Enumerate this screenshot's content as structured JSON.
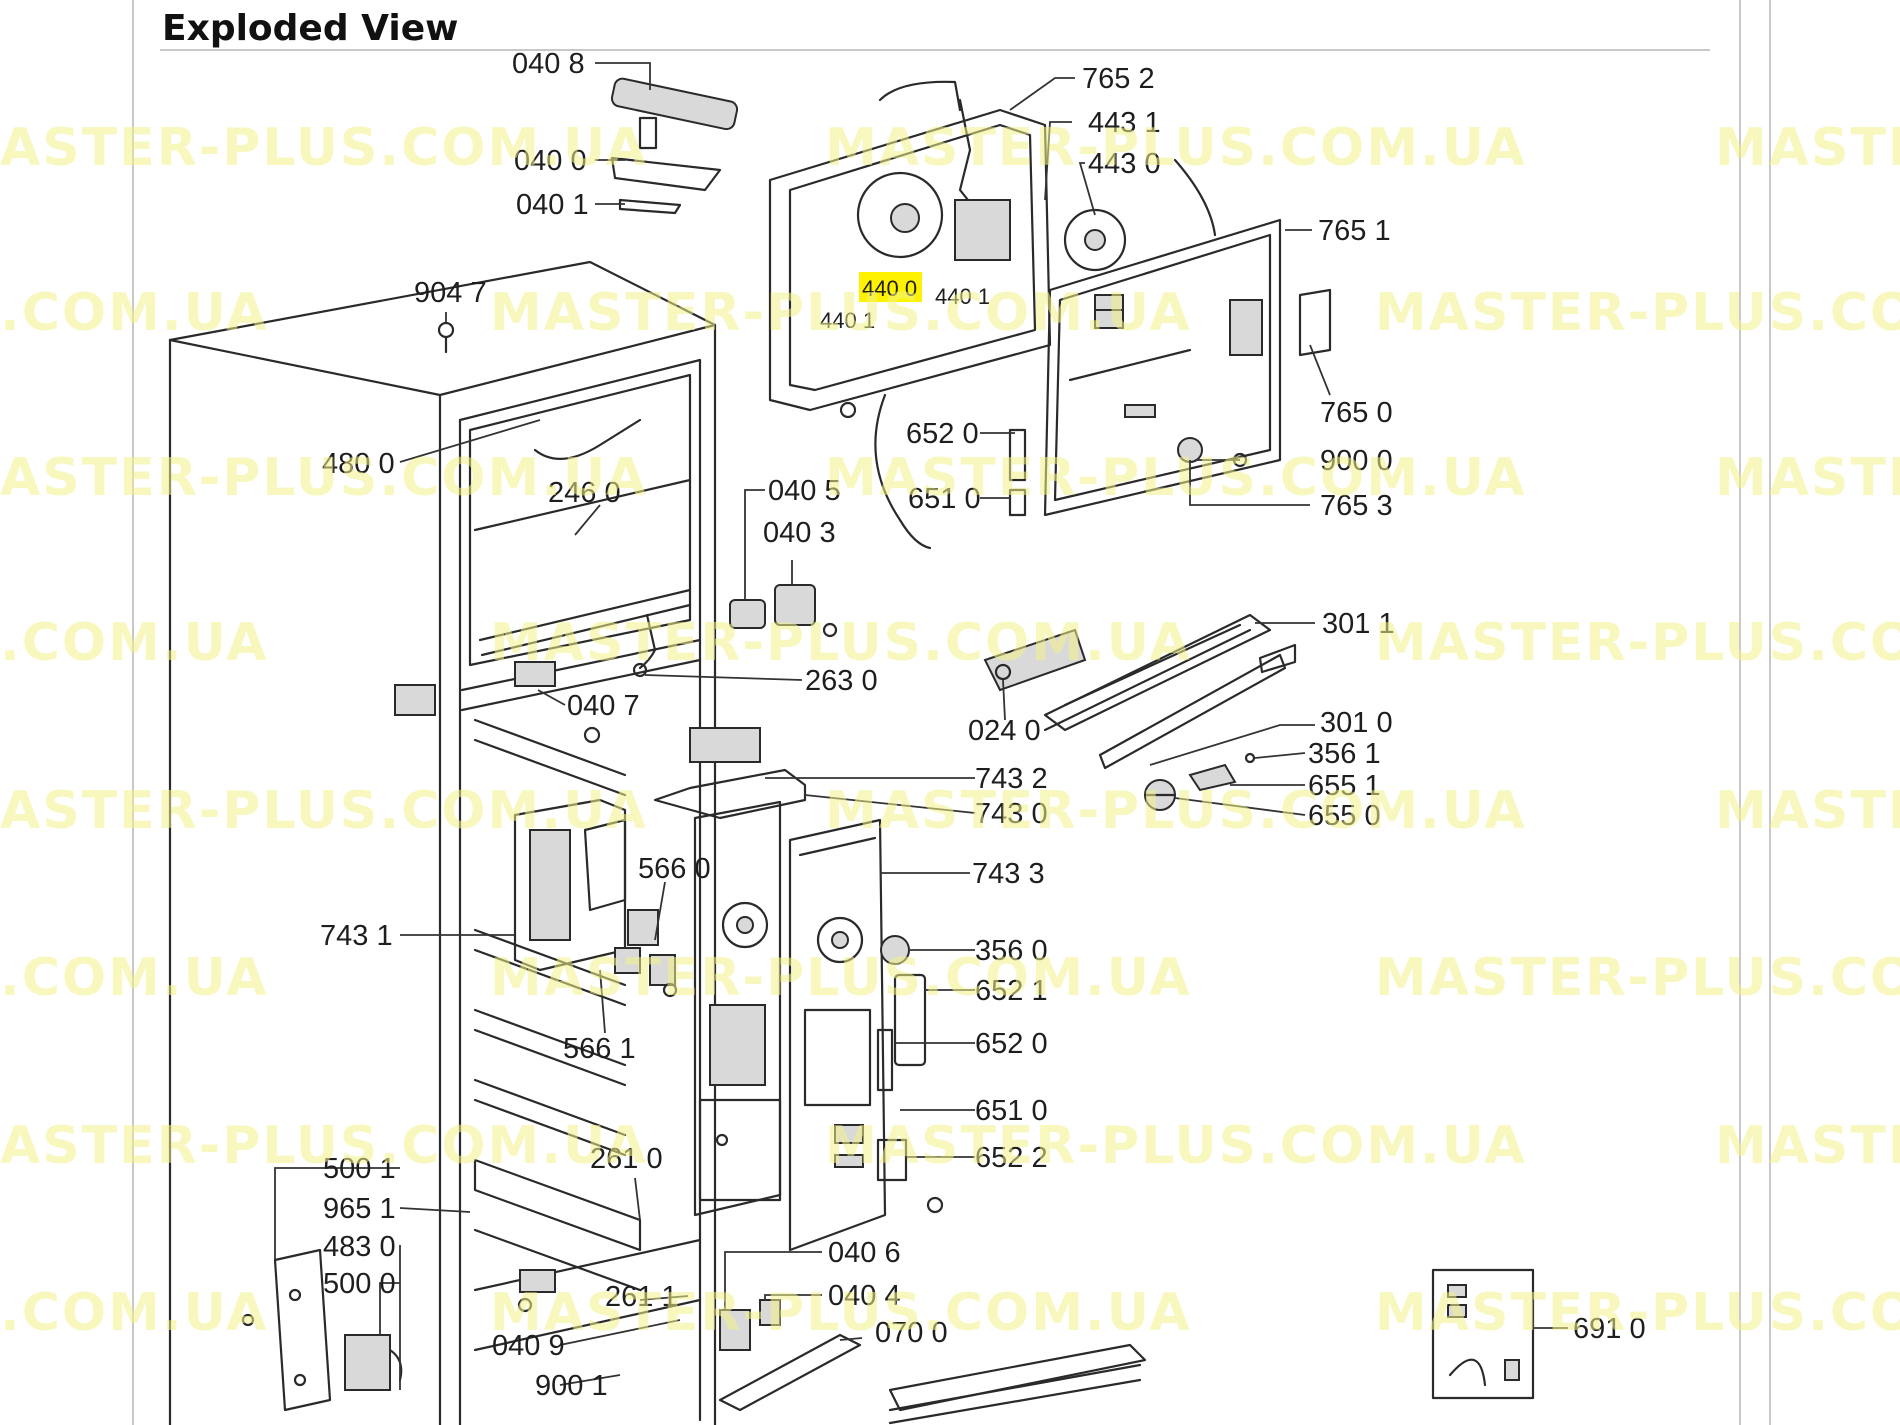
{
  "title": "Exploded View",
  "watermark": {
    "text_full": "MASTER-PLUS.COM.UA",
    "text_cut1": "ASTER-PLUS.COM.UA",
    "text_cut2": ".COM.UA",
    "text_cut3": "MASTE",
    "text_cut4": "MASTER-PLUS.COM",
    "color": "#f2f28a"
  },
  "highlight": {
    "part": "440 0",
    "color": "#fff200"
  },
  "parts": {
    "p0408": "040 8",
    "p0400": "040 0",
    "p0401": "040 1",
    "p7652": "765 2",
    "p4431": "443 1",
    "p4430": "443 0",
    "p7651": "765 1",
    "p4400": "440 0",
    "p4401a": "440 1",
    "p4401b": "440 1",
    "p9047": "904 7",
    "p7650": "765 0",
    "p6520a": "652 0",
    "p9000": "900 0",
    "p4800": "480 0",
    "p6510a": "651 0",
    "p7653": "765 3",
    "p2460": "246 0",
    "p0405": "040 5",
    "p0403": "040 3",
    "p3011": "301 1",
    "p2630": "263 0",
    "p0407": "040 7",
    "p0240": "024 0",
    "p3010": "301 0",
    "p3561": "356 1",
    "p7432": "743 2",
    "p6551": "655 1",
    "p7430": "743 0",
    "p6550": "655 0",
    "p5660": "566 0",
    "p7433": "743 3",
    "p7431": "743 1",
    "p3560": "356 0",
    "p6521": "652 1",
    "p5661": "566 1",
    "p6520b": "652 0",
    "p6510b": "651 0",
    "p6522": "652 2",
    "p2610": "261 0",
    "p5001": "500 1",
    "p9651": "965 1",
    "p4830": "483 0",
    "p5000": "500 0",
    "p0406": "040 6",
    "p2611": "261 1",
    "p0404": "040 4",
    "p6910": "691 0",
    "p0409": "040 9",
    "p0700": "070 0",
    "p9001": "900 1"
  }
}
